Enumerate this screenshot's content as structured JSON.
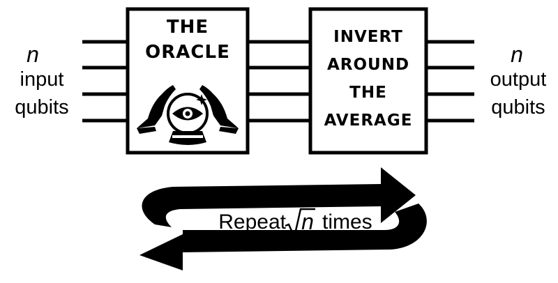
{
  "input_side": {
    "variable": "n",
    "line1": "input",
    "line2": "qubits"
  },
  "output_side": {
    "variable": "n",
    "line1": "output",
    "line2": "qubits"
  },
  "oracle_box": {
    "line1": "The",
    "line2": "Oracle",
    "icon": "crystal-ball-hands-icon"
  },
  "invert_box": {
    "lines": [
      "Invert",
      "around",
      "the",
      "average"
    ]
  },
  "repeat": {
    "prefix": "Repeat",
    "radicand": "n",
    "suffix": "times"
  },
  "colors": {
    "ink": "#000000",
    "background": "#ffffff"
  }
}
